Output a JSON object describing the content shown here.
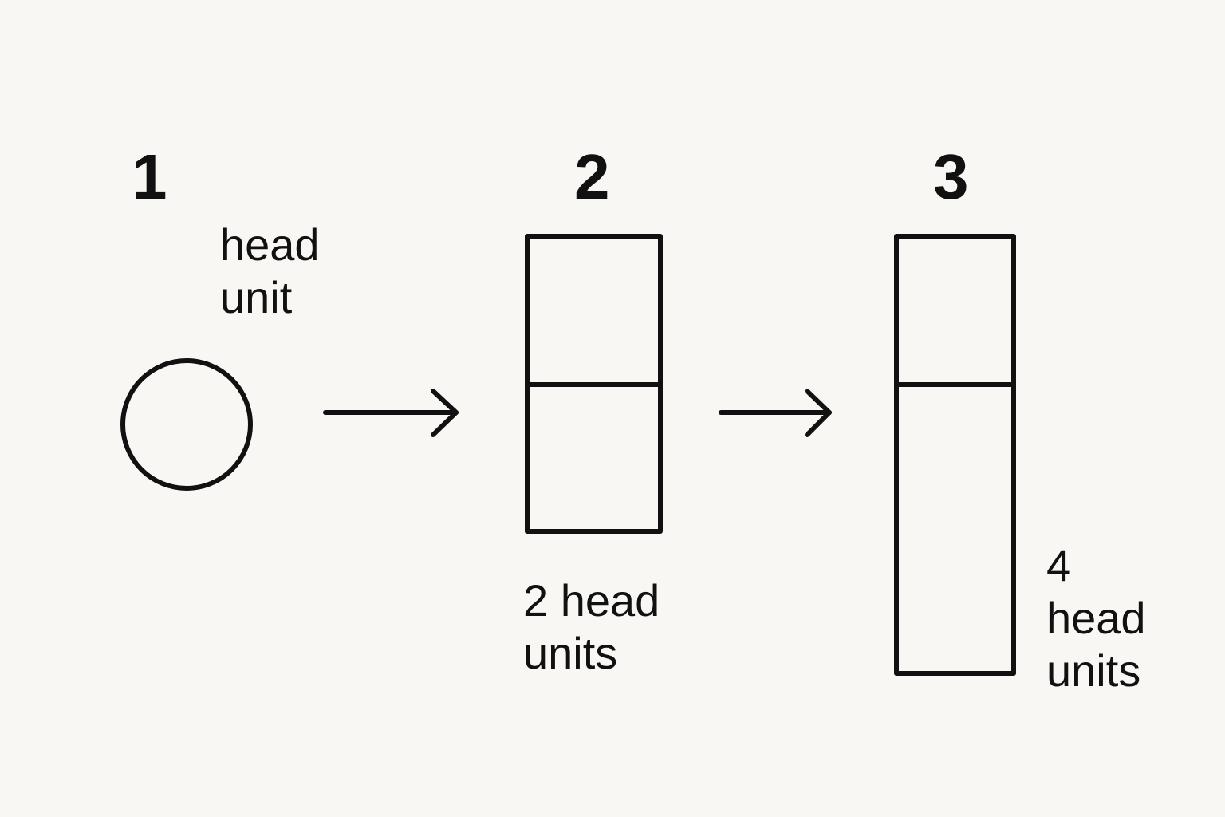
{
  "steps": [
    {
      "number": "1",
      "label_line1": "head",
      "label_line2": "unit"
    },
    {
      "number": "2",
      "label_line1": "2 head",
      "label_line2": "units"
    },
    {
      "number": "3",
      "label_line1": "4",
      "label_line2": "head",
      "label_line3": "units"
    }
  ],
  "colors": {
    "stroke": "#111111",
    "background": "#f8f7f4"
  }
}
